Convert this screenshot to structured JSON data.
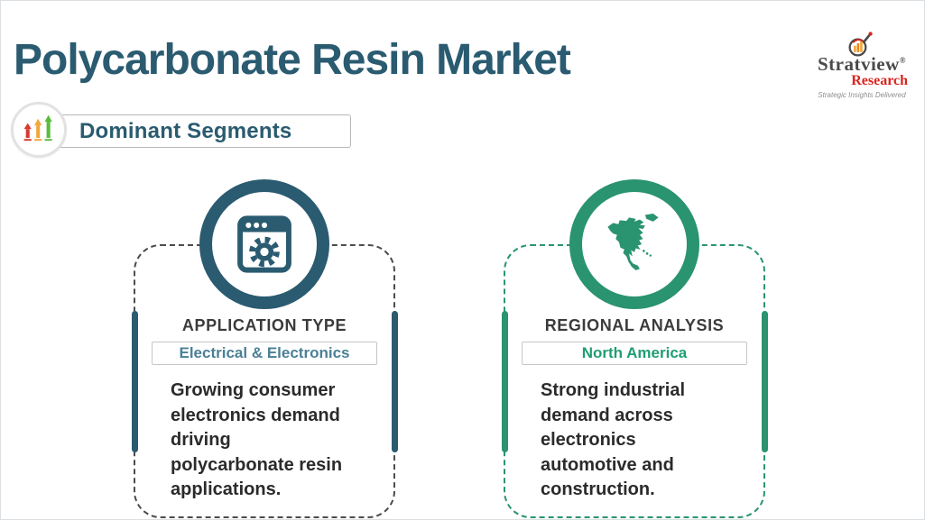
{
  "slide": {
    "title": "Polycarbonate Resin Market",
    "badge": {
      "label": "Dominant Segments",
      "icon": "growth-arrows-icon"
    },
    "logo": {
      "brand": "Stratview",
      "registered": "®",
      "brand2": "Research",
      "tagline": "Strategic Insights Delivered",
      "icon": "magnifier-chart-icon"
    },
    "colors": {
      "title_teal": "#2A5B70",
      "green_accent": "#2A9370",
      "heading_text": "#3B3B3B",
      "body_text": "#2B2B2B",
      "value_teal": "#4A8096",
      "value_green": "#1F9D74",
      "logo_red": "#D9251D",
      "arrow_red": "#D63A2F",
      "arrow_orange": "#F2A73B",
      "arrow_green": "#58BD3C"
    }
  },
  "cards": [
    {
      "icon": "app-window-gear-icon",
      "heading": "APPLICATION TYPE",
      "value": "Electrical & Electronics",
      "lines": {
        "0": "Growing consumer",
        "1": "electronics demand",
        "2": "driving",
        "3": "polycarbonate resin",
        "4": "applications."
      }
    },
    {
      "icon": "north-america-map-icon",
      "heading": "REGIONAL ANALYSIS",
      "value": "North America",
      "lines": {
        "0": "Strong industrial",
        "1": "demand across",
        "2": "electronics",
        "3": "automotive and",
        "4": "construction."
      }
    }
  ]
}
